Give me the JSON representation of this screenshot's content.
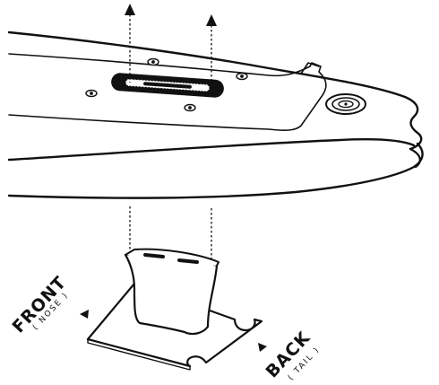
{
  "labels": {
    "front": "FRONT",
    "front_sub": "( NOSE )",
    "back": "BACK",
    "back_sub": "( TAIL )"
  },
  "colors": {
    "line": "#111111",
    "background": "#ffffff",
    "fill_light": "#ffffff"
  },
  "icons": {
    "arrows": [
      "arrow-up-icon",
      "arrow-up-icon",
      "triangle-left-icon",
      "triangle-right-icon"
    ]
  }
}
